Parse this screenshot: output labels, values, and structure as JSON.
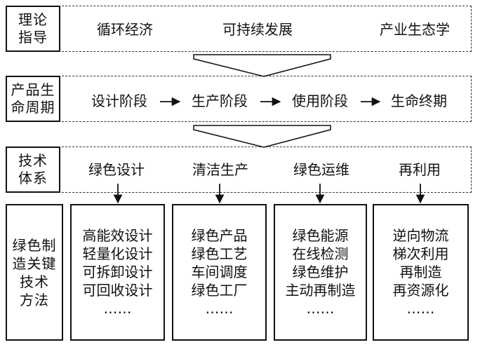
{
  "rows": {
    "theory": {
      "label_lines": [
        "理论",
        "指导"
      ],
      "items": [
        "循环经济",
        "可持续发展",
        "产业生态学"
      ]
    },
    "lifecycle": {
      "label_lines": [
        "产品生",
        "命周期"
      ],
      "stages": [
        "设计阶段",
        "生产阶段",
        "使用阶段",
        "生命终期"
      ]
    },
    "technology": {
      "label_lines": [
        "技术",
        "体系"
      ],
      "items": [
        "绿色设计",
        "清洁生产",
        "绿色运维",
        "再利用"
      ]
    }
  },
  "methods": {
    "label_lines": [
      "绿色制",
      "造关键",
      "技术",
      "方法"
    ],
    "columns": [
      [
        "高能效设计",
        "轻量化设计",
        "可拆卸设计",
        "可回收设计",
        "……"
      ],
      [
        "绿色产品",
        "绿色工艺",
        "车间调度",
        "绿色工厂",
        "……"
      ],
      [
        "绿色能源",
        "在线检测",
        "绿色维护",
        "主动再制造",
        "……"
      ],
      [
        "逆向物流",
        "梯次利用",
        "再制造",
        "再资源化",
        "……"
      ]
    ]
  }
}
